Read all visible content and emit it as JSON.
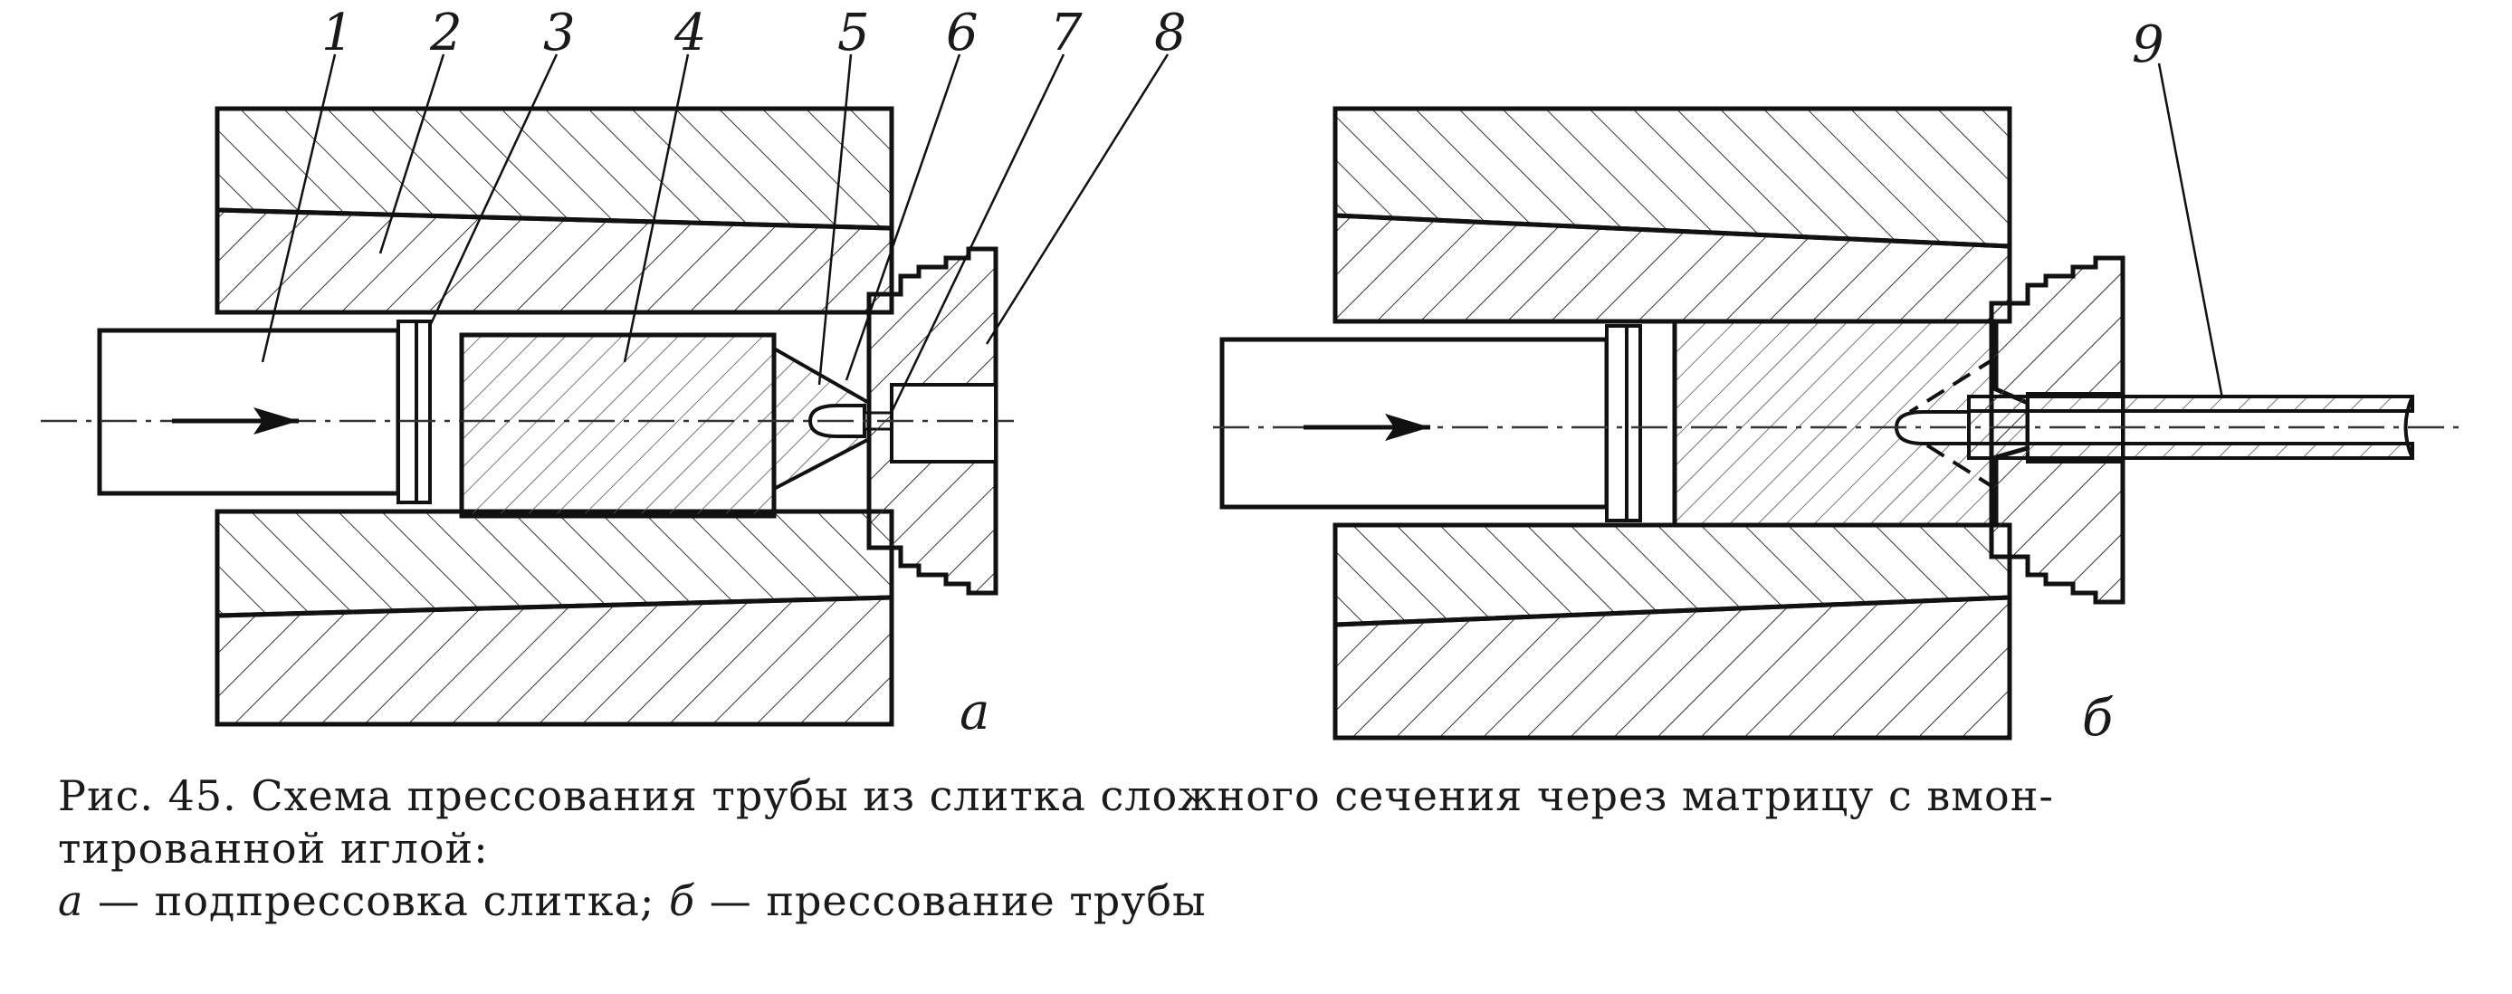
{
  "figure": {
    "part_numbers": [
      "1",
      "2",
      "3",
      "4",
      "5",
      "6",
      "7",
      "8",
      "9"
    ],
    "view_a_letter": "а",
    "view_b_letter": "б"
  },
  "caption": {
    "line1": "Рис. 45. Схема прессования трубы из слитка сложного сечения через матрицу с вмон-",
    "line2": "тированной иглой:",
    "line3_a_letter": "а",
    "line3_a_text": " — подпрессовка слитка; ",
    "line3_b_letter": "б",
    "line3_b_text": " — прессование трубы"
  }
}
